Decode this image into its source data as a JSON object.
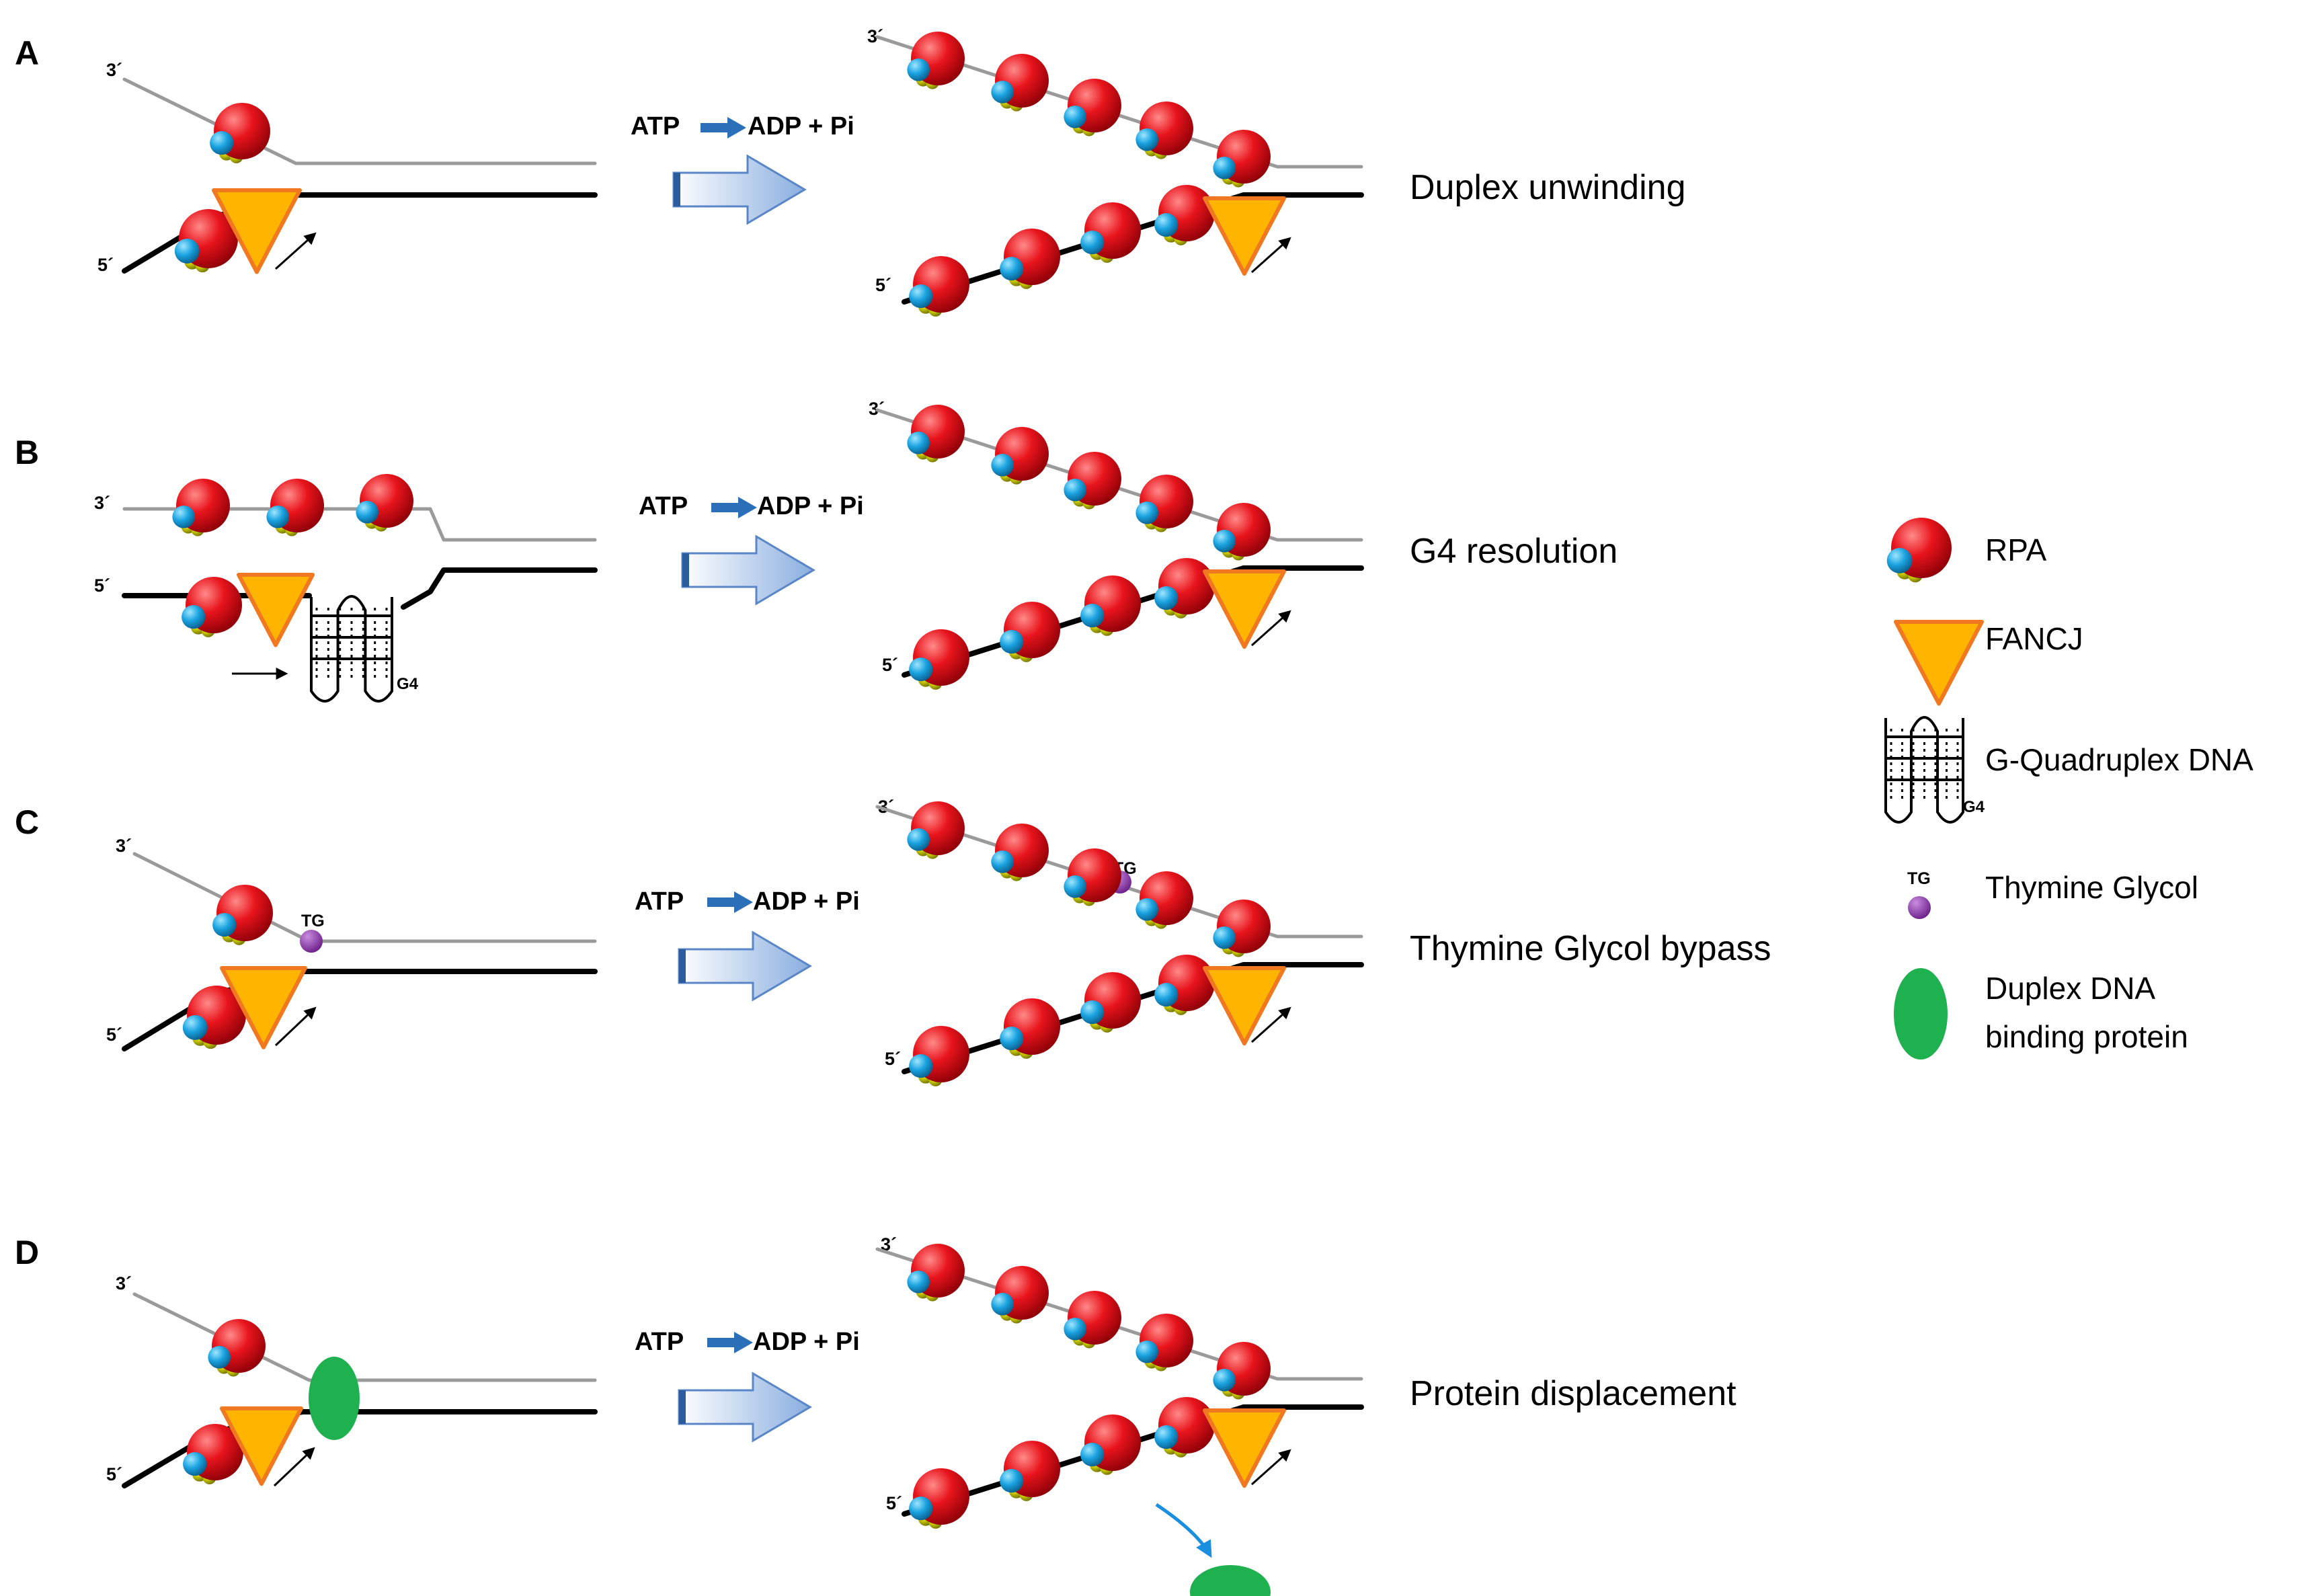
{
  "colors": {
    "rpa_red": "#e8141c",
    "rpa_blue": "#1aa3e0",
    "rpa_yellow": "#c8c800",
    "fancj_fill": "#ffb400",
    "fancj_outline": "#f07820",
    "top_strand": "#9a9a9a",
    "bottom_strand": "#000000",
    "green_protein": "#1fb050",
    "tg_purple": "#8a2ca8",
    "arrow_blue": "#2b6fb8",
    "displace_arrow": "#1a8fe0"
  },
  "strand_labels": {
    "three_prime": "3´",
    "five_prime": "5´"
  },
  "reaction_label": {
    "atp": "ATP",
    "products": "ADP + Pi"
  },
  "panels": [
    {
      "letter": "A",
      "caption": "Duplex unwinding"
    },
    {
      "letter": "B",
      "caption": "G4 resolution"
    },
    {
      "letter": "C",
      "caption": "Thymine Glycol bypass"
    },
    {
      "letter": "D",
      "caption": "Protein displacement"
    }
  ],
  "annotations": {
    "tg": "TG",
    "g4": "G4"
  },
  "legend": {
    "rpa": "RPA",
    "fancj": "FANCJ",
    "g4_dna": "G-Quadruplex DNA",
    "g4_tag": "G4",
    "thymine_glycol": "Thymine Glycol",
    "tg_tag": "TG",
    "duplex_protein_line1": "Duplex DNA",
    "duplex_protein_line2": "binding protein"
  }
}
